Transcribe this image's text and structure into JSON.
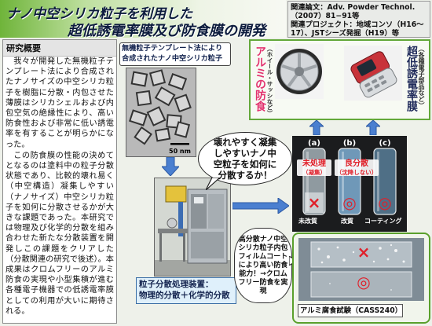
{
  "title": {
    "line1": "ナノ中空シリカ粒子を利用した",
    "line2": "超低誘電率膜及び防食膜の開発"
  },
  "related": {
    "papers": "関連論文：Adv. Powder Technol.（2007）81−91等",
    "projects": "関連プロジェクト：地域コンソ（H16〜17）、JSTシーズ発掘（H19）等"
  },
  "overview": {
    "heading": "研究概要",
    "paragraphs": [
      "我々が開発した無機粒子テンプレート法により合成されたナノサイズの中空シリカ粒子を樹脂に分散・内包させた薄膜はシリカシェルおよび内包空気の絶縁性により、高い防食性および非常に低い誘電率を有することが明らかになった。",
      "この防食膜の性能の決めてとなるのは塗料中の粒子分散状態であり、比較的壊れ易く（中空構造）凝集しやすい（ナノサイズ）中空シリカ粒子を如何に分散させるかが大きな課題であった。本研究では物理及び化学的分散を組み合わせた新たな分散装置を開発しこの課題をクリアした（分散関連の研究で後述）。本成果はクロムフリーのアルミ防食の実現や小型集積が進む各種電子機器での低誘電率膜としての利用が大いに期待される。"
    ]
  },
  "tem": {
    "caption": "無機粒子テンプレート法により合成されたナノ中空シリカ粒子",
    "scale": "50 nm"
  },
  "bubble_challenge": "壊れやすく凝集しやすいナノ中空粒子を如何に分散するか！",
  "device": {
    "label_line1": "粒子分散処理装置：",
    "label_line2": "物理的分散＋化学的分散"
  },
  "applications": {
    "aluminum": {
      "title": "アルミの防食",
      "note": "（ホイール・サッシなど）"
    },
    "lowk": {
      "title": "超低誘電率膜",
      "note": "（各種電子部品など）"
    }
  },
  "vials": {
    "labels": [
      "(a)",
      "(b)",
      "(c)"
    ],
    "tag_a": {
      "main": "未処理",
      "sub": "（凝集）"
    },
    "tag_b": {
      "main": "良分散",
      "sub": "（沈降しない）"
    },
    "marks": [
      "×",
      "◎",
      "◎"
    ],
    "bottom": [
      "未改質",
      "改質",
      "コーティング"
    ]
  },
  "corrosion": {
    "marks": [
      "×",
      "◎"
    ],
    "caption": "アルミ腐食試験（CASS240）"
  },
  "bubble_result": "高分散ナノ中空シリカ粒子内包フィルムコートにより高い防食能力！→クロムフリー防食を実現",
  "colors": {
    "accent_green": "#5aa02c",
    "accent_blue": "#4a7fd0",
    "mark_red": "#e0202a",
    "aluminum_title": "#e2336e",
    "lowk_title": "#1f2a5a"
  }
}
